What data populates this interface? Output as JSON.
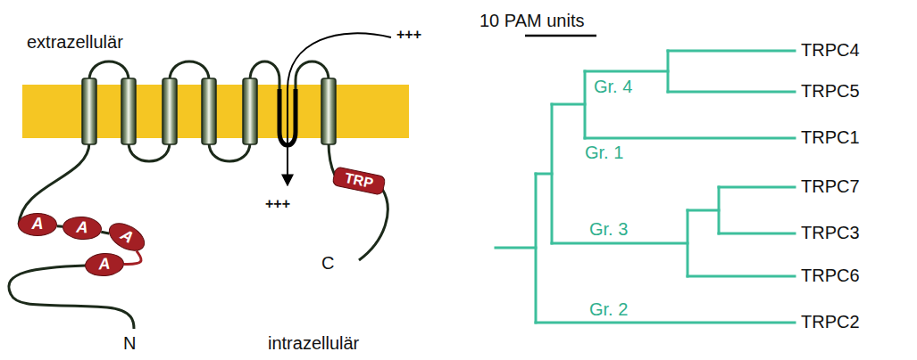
{
  "diagram": {
    "nodes": [
      {
        "text": [
          "A"
        ]
      },
      {
        "text": [
          "A"
        ]
      },
      {
        "text": [
          "A"
        ]
      },
      {
        "text": [
          "A"
        ]
      },
      {
        "text": [
          "TRP"
        ]
      }
    ],
    "edges": [
      {
        "from": 0,
        "to": 1,
        "arrow": "none"
      },
      {
        "from": 1,
        "to": 2,
        "arrow": "none"
      },
      {
        "from": 2,
        "to": 3,
        "arrow": "none"
      }
    ],
    "labels": [
      "extrazellulär",
      "+++",
      "+++",
      "C",
      "N",
      "intrazellulär",
      "10 PAM units",
      "Gr. 4",
      "TRPC4",
      "TRPC5",
      "Gr. 1",
      "TRPC1",
      "TRPC7",
      "Gr. 3",
      "TRPC3",
      "TRPC6",
      "Gr. 2",
      "TRPC2"
    ]
  }
}
